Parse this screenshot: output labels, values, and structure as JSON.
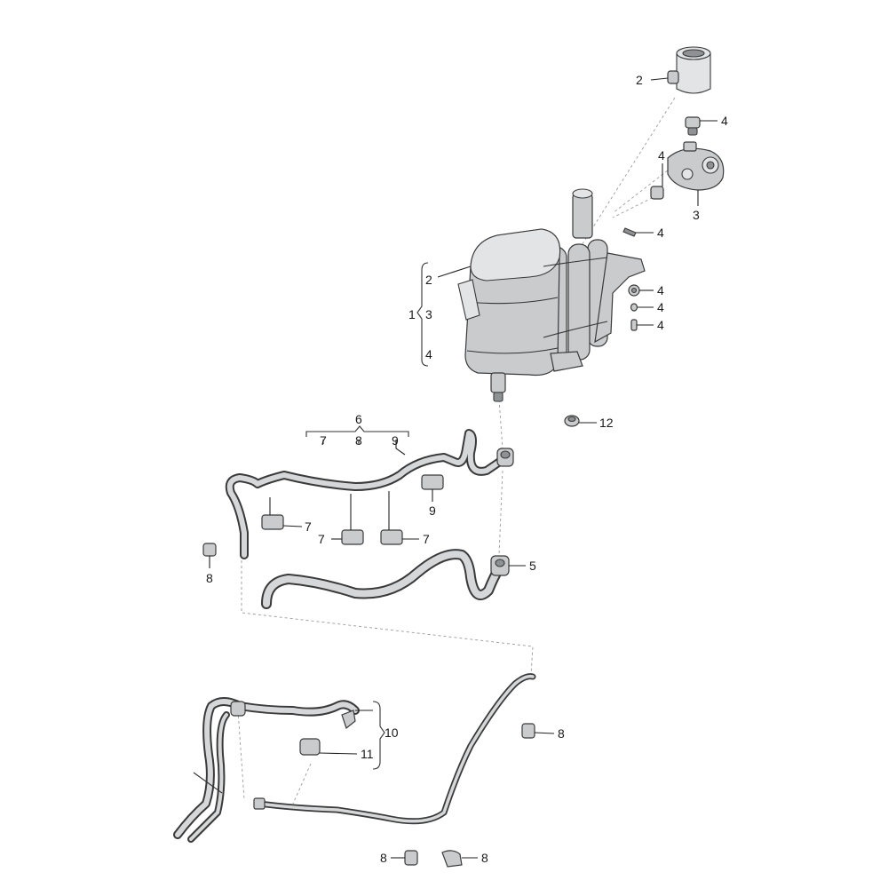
{
  "callouts": {
    "c_top_2": "2",
    "c_cap_4": "4",
    "c_valve_4": "4",
    "c_valve_3": "3",
    "c_mid_4": "4",
    "c_r4a": "4",
    "c_r4b": "4",
    "c_r4c": "4",
    "c_b2": "2",
    "c_b1": "1",
    "c_b3": "3",
    "c_b4": "4",
    "c_12": "12",
    "c_6": "6",
    "c_7a": "7",
    "c_8top": "8",
    "c_9top": "9",
    "c_9": "9",
    "c_7b": "7",
    "c_7c": "7",
    "c_7d": "7",
    "c_8left": "8",
    "c_5": "5",
    "c_10": "10",
    "c_11": "11",
    "c_8right": "8",
    "c_8bl": "8",
    "c_8br": "8"
  },
  "colors": {
    "line": "#222222",
    "part": "#c9cbcd",
    "dash": "#9a9a9a"
  }
}
